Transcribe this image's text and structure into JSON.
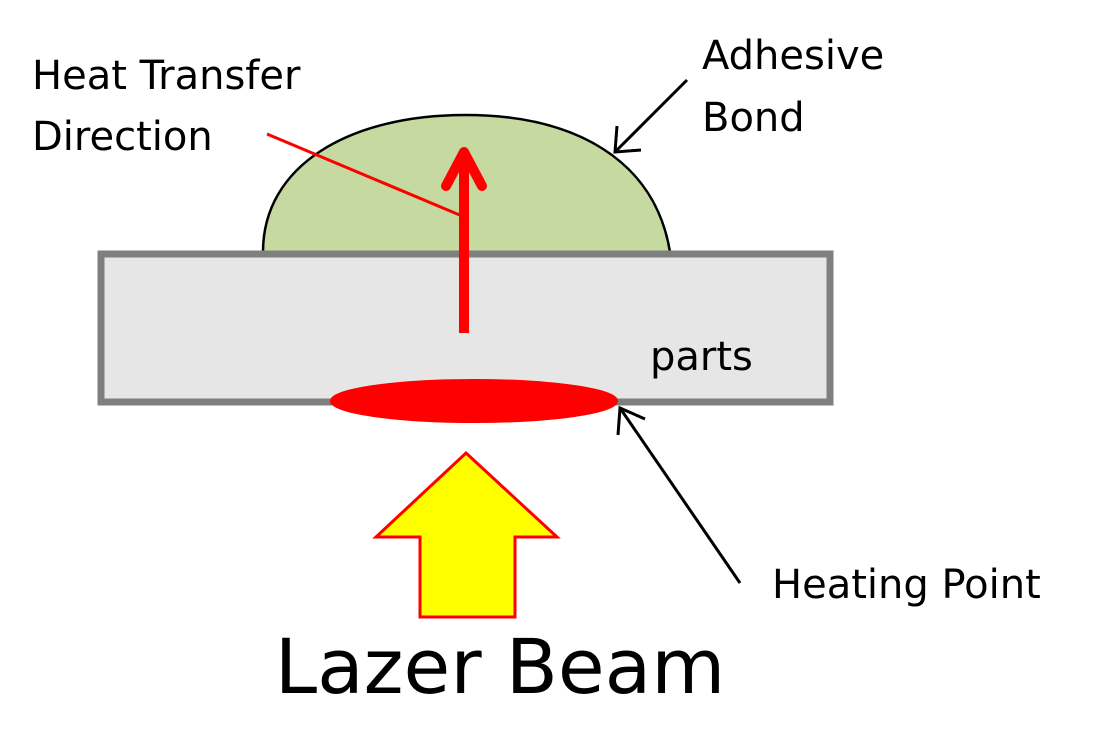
{
  "labels": {
    "heat_transfer_line1": "Heat Transfer",
    "heat_transfer_line2": "Direction",
    "adhesive_line1": "Adhesive",
    "adhesive_line2": "Bond",
    "parts": "parts",
    "heating_point": "Heating Point",
    "lazer_beam": "Lazer Beam"
  },
  "colors": {
    "adhesive_fill": "#c5d9a0",
    "parts_fill": "#e6e6e6",
    "parts_border": "#7f7f7f",
    "heat_arrow": "#ff0000",
    "heating_spot": "#ff0000",
    "beam_fill": "#ffff00",
    "beam_outline": "#ff0000",
    "pointer": "#000000"
  }
}
